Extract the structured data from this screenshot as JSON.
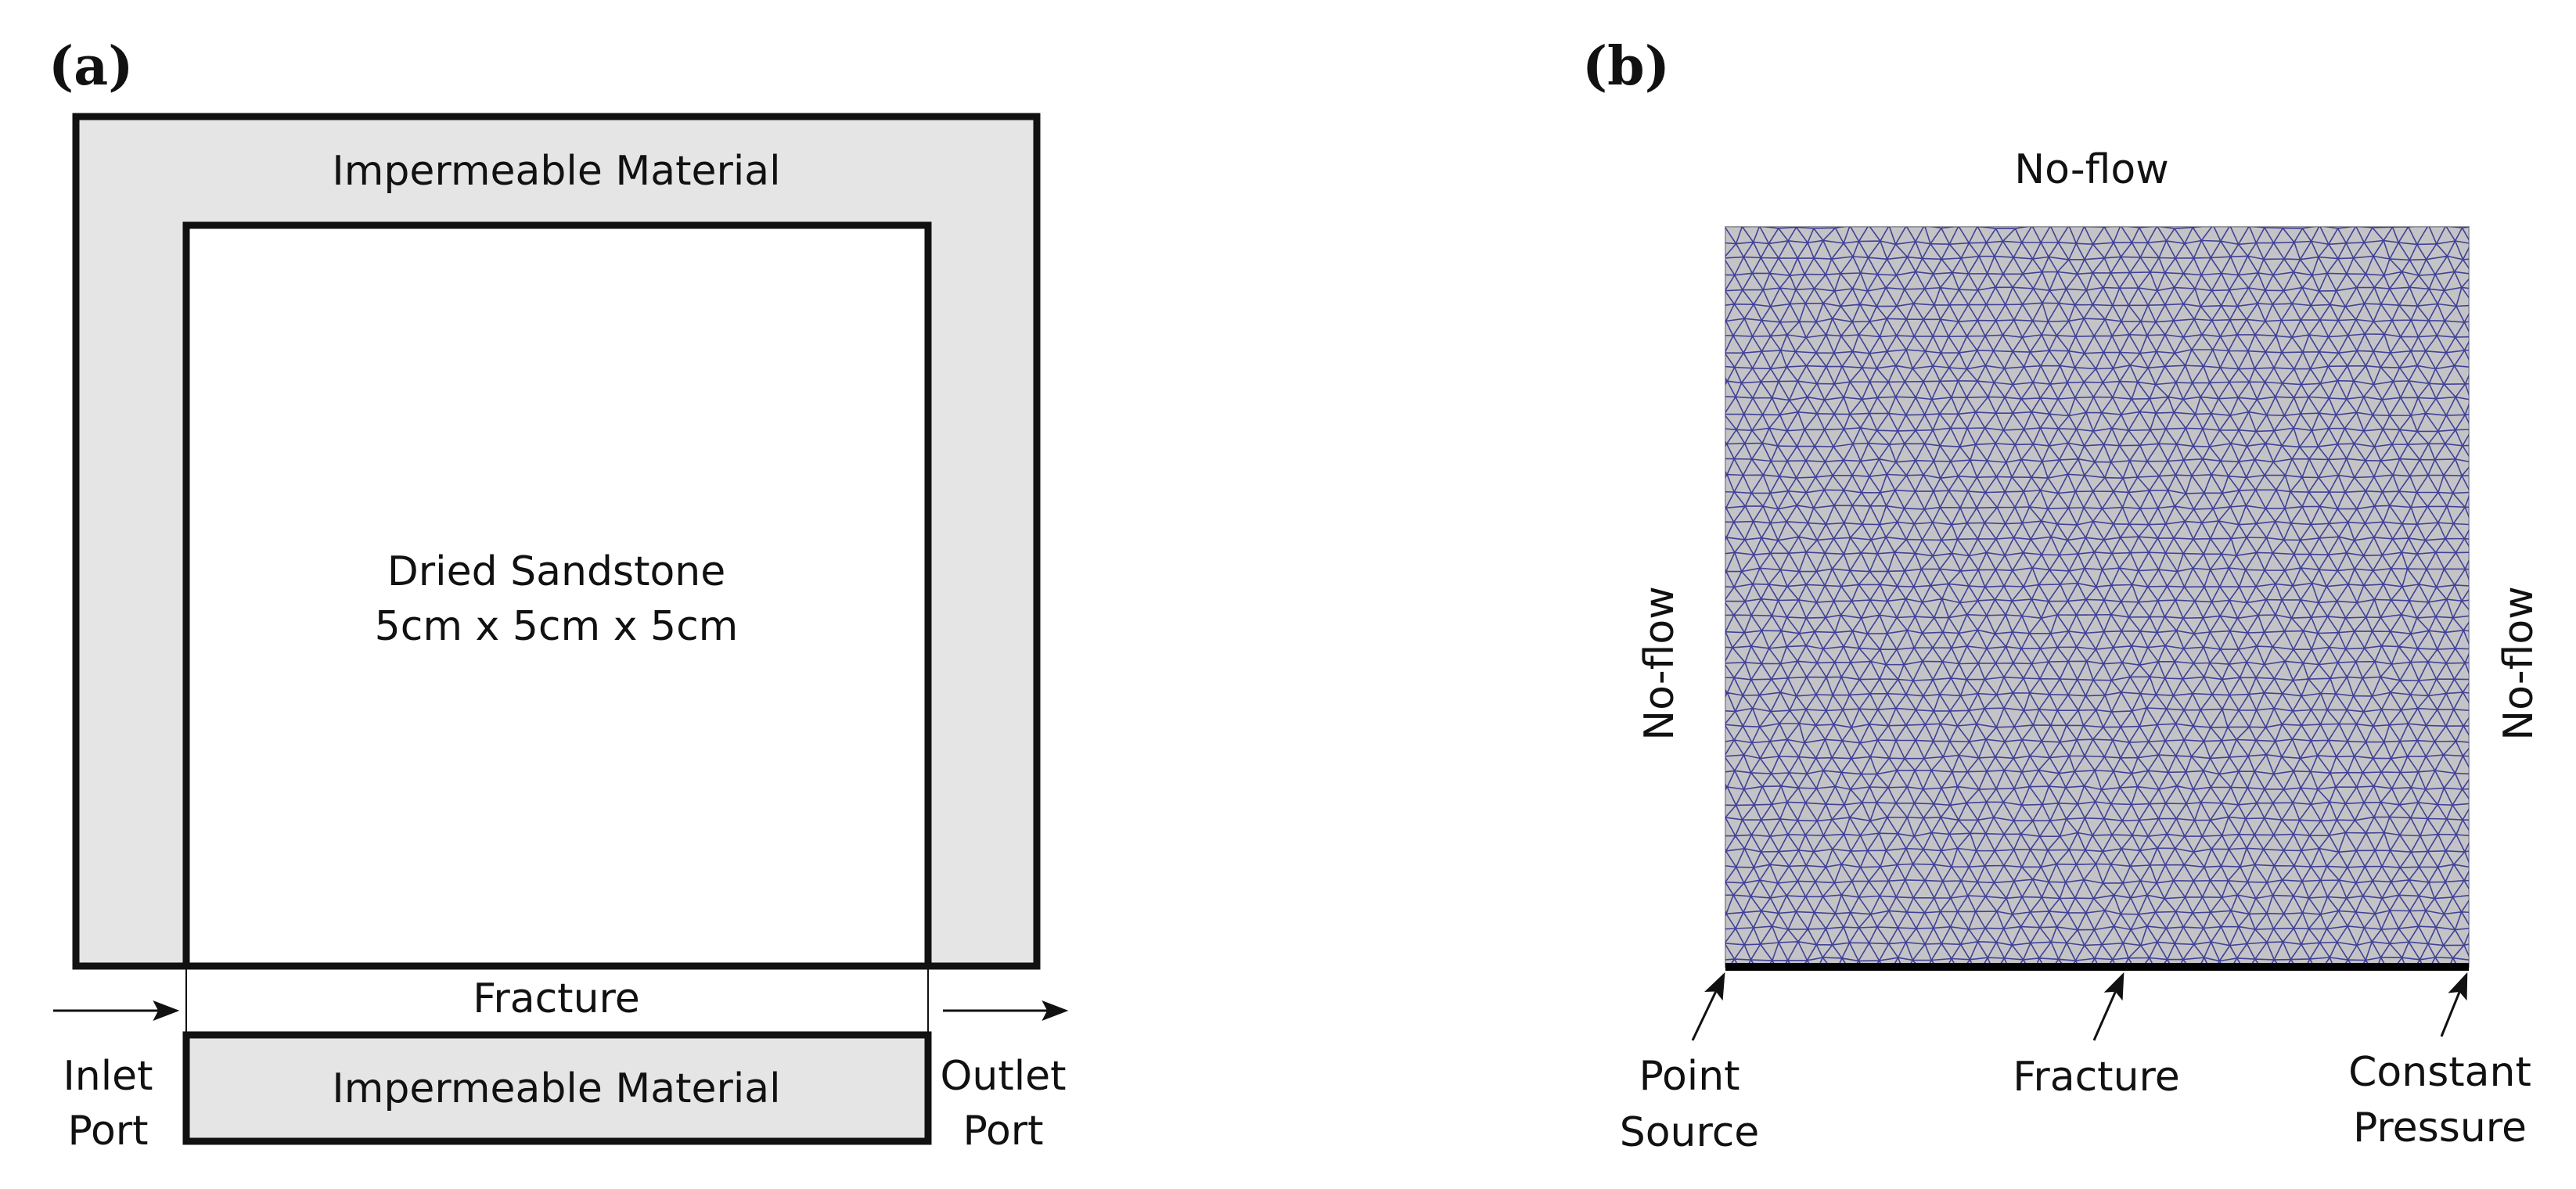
{
  "panel_a": {
    "label": "(a)",
    "top_material": "Impermeable Material",
    "sample_line1": "Dried Sandstone",
    "sample_line2": "5cm x 5cm x 5cm",
    "fracture": "Fracture",
    "bottom_material": "Impermeable Material",
    "inlet_line1": "Inlet",
    "inlet_line2": "Port",
    "outlet_line1": "Outlet",
    "outlet_line2": "Port"
  },
  "panel_b": {
    "label": "(b)",
    "top_bc": "No-flow",
    "left_bc": "No-flow",
    "right_bc": "No-flow",
    "point_source_line1": "Point",
    "point_source_line2": "Source",
    "fracture": "Fracture",
    "constant_line1": "Constant",
    "constant_line2": "Pressure"
  },
  "colors": {
    "impermeable_fill": "#e5e5e5",
    "outline": "#111111",
    "mesh_fill": "#c4c4c7",
    "mesh_line": "#2a2a8c",
    "fracture_line": "#000000"
  }
}
